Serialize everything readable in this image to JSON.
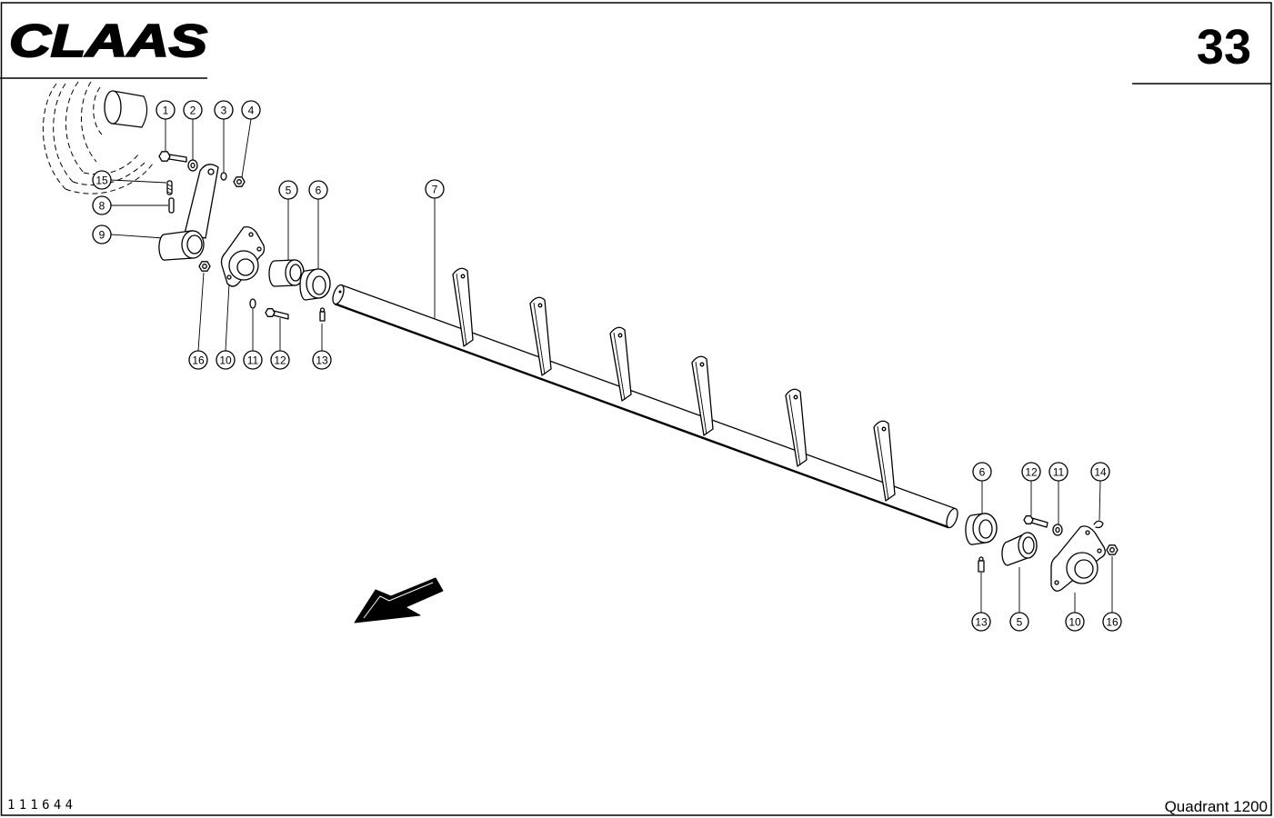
{
  "header": {
    "logo": "CLAAS",
    "page_number": "33"
  },
  "callouts": [
    "1",
    "2",
    "3",
    "4",
    "15",
    "8",
    "9",
    "5",
    "6",
    "7",
    "16",
    "10",
    "11",
    "12",
    "13",
    "6",
    "12",
    "11",
    "14",
    "13",
    "5",
    "10",
    "16"
  ],
  "footer": {
    "drawing_number": "111644",
    "model": "Quadrant 1200"
  },
  "icons": {
    "direction": "arrow-down-left-icon"
  },
  "colors": {
    "ink": "#000000",
    "paper": "#ffffff"
  }
}
